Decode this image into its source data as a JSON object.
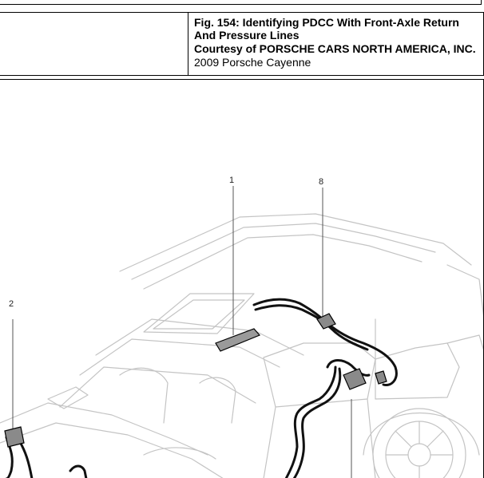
{
  "caption": {
    "figure_title": "Fig. 154: Identifying PDCC With Front-Axle Return And Pressure Lines",
    "courtesy": "Courtesy of PORSCHE CARS NORTH AMERICA, INC.",
    "vehicle": "2009 Porsche Cayenne"
  },
  "figure": {
    "callouts": [
      {
        "id": "callout-1",
        "label": "1"
      },
      {
        "id": "callout-8",
        "label": "8"
      },
      {
        "id": "callout-2",
        "label": "2"
      }
    ]
  }
}
